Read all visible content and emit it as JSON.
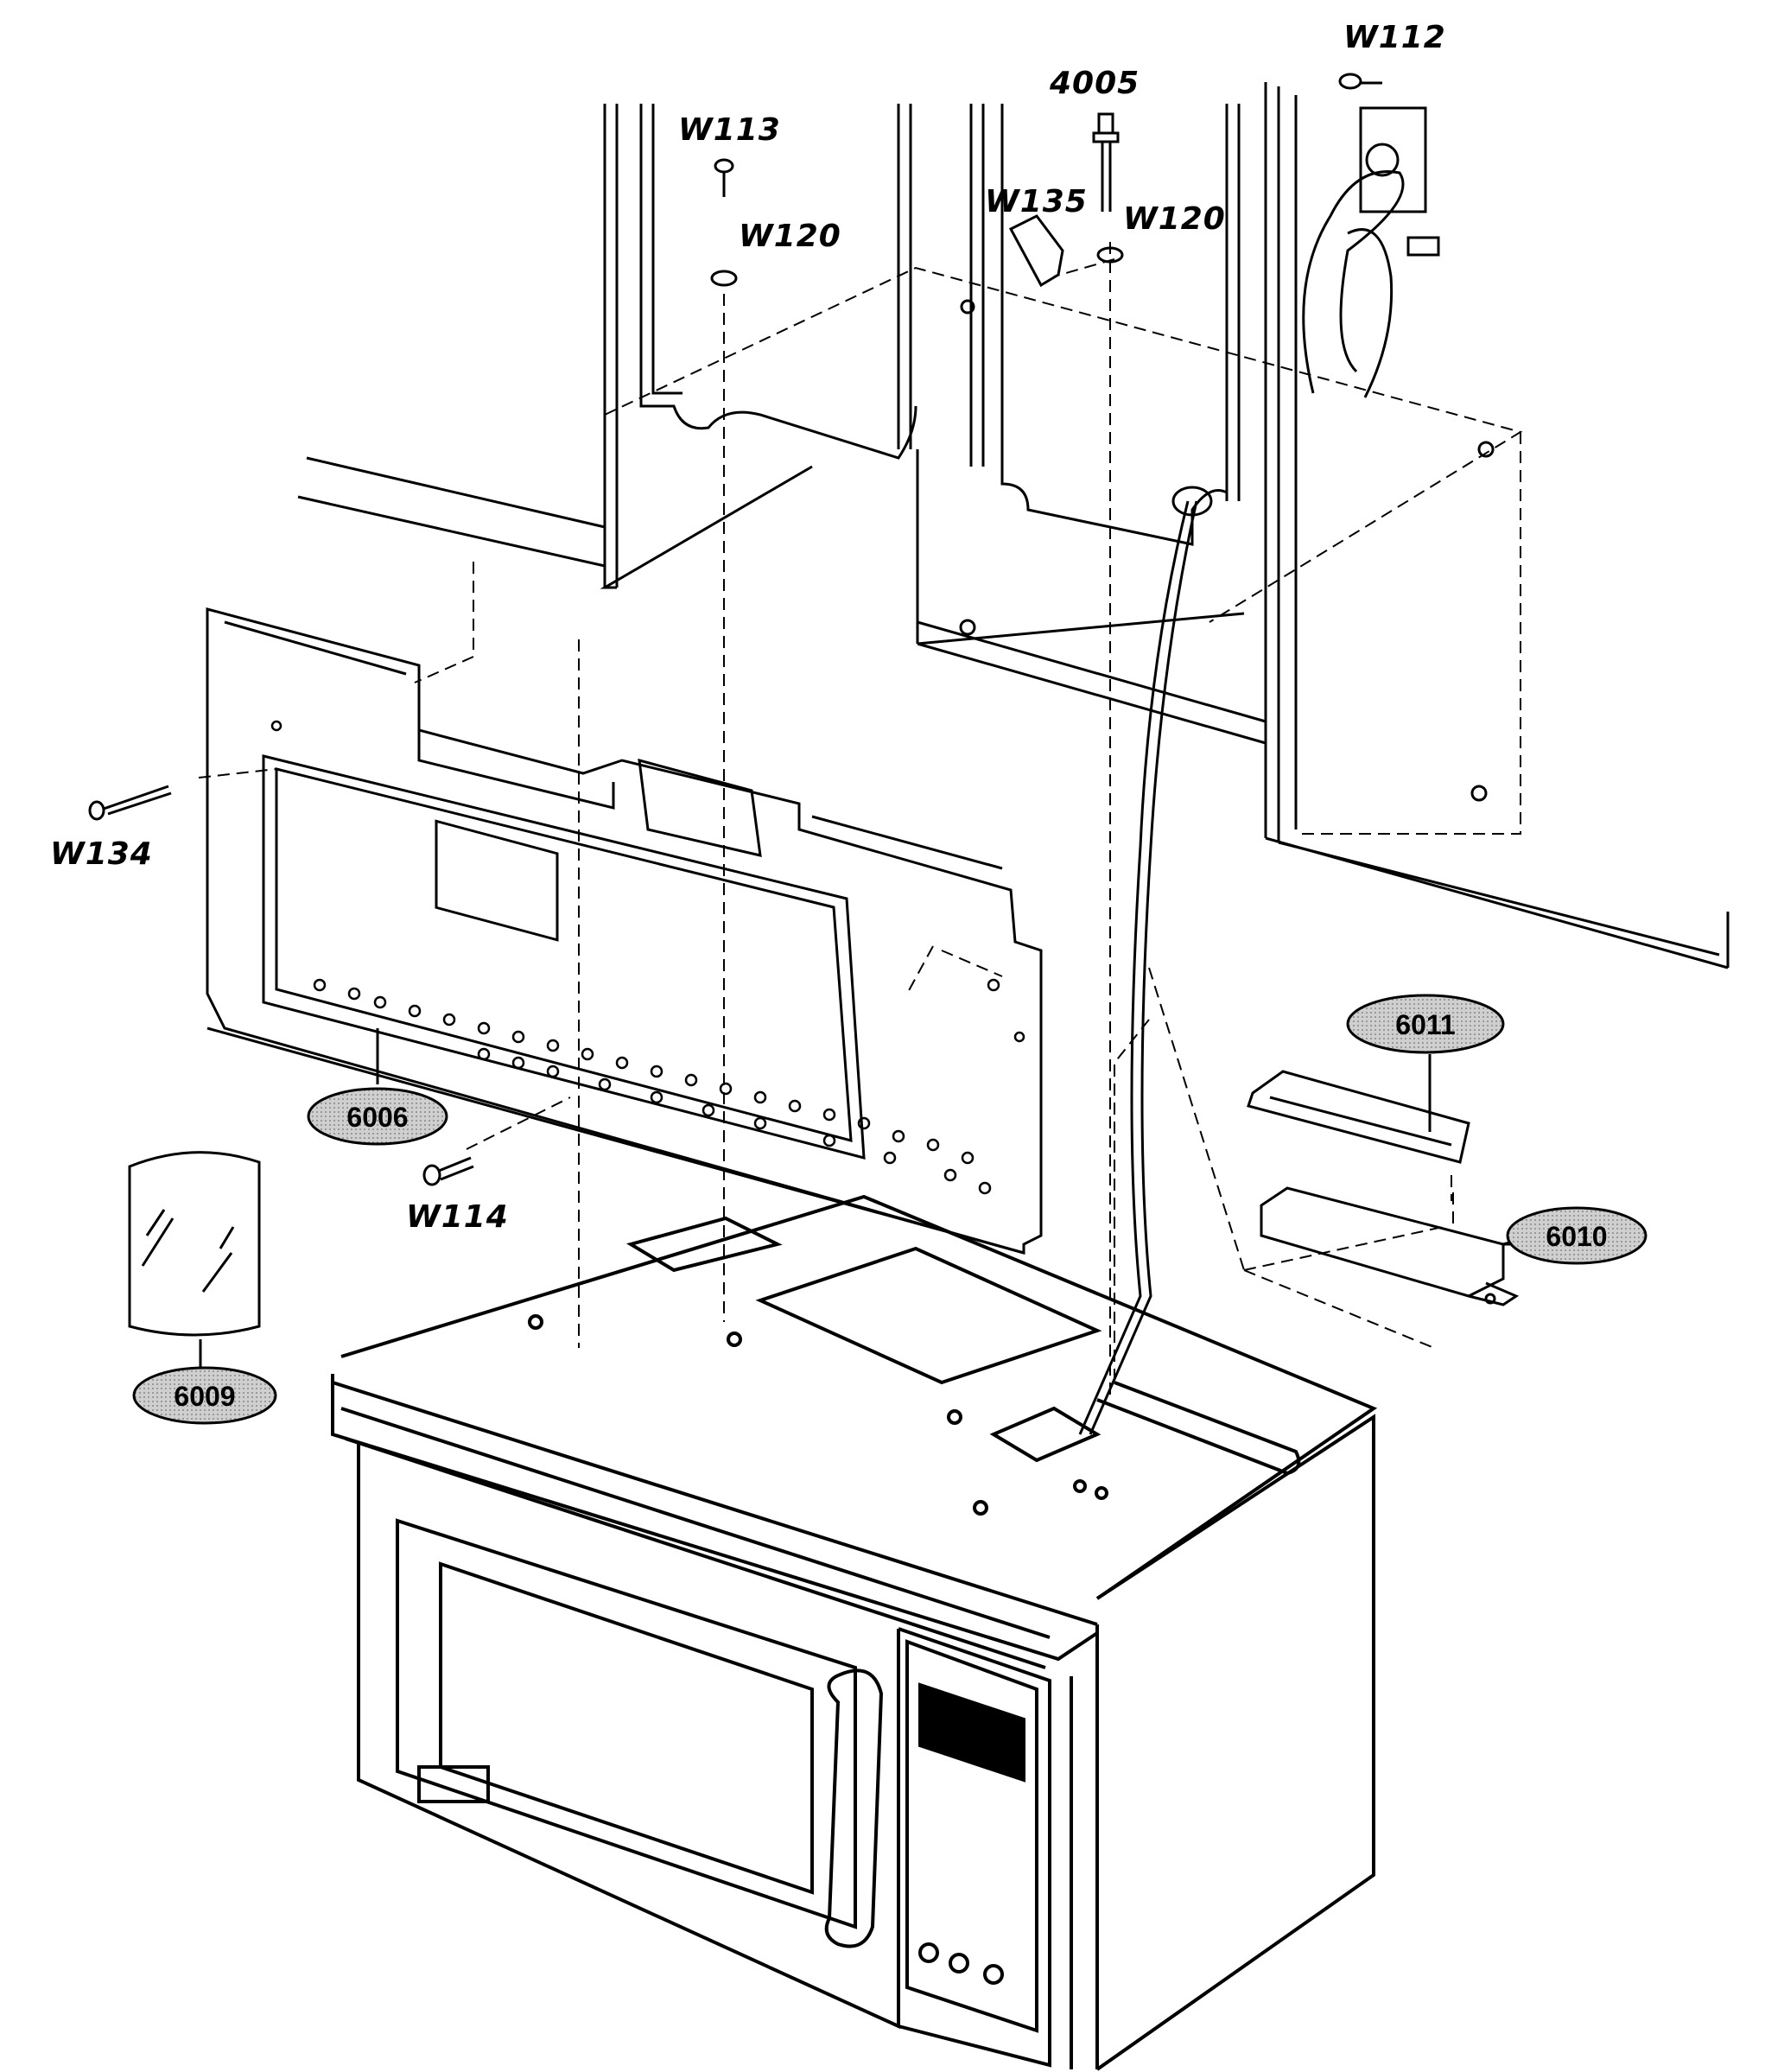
{
  "callouts": {
    "w112": "W112",
    "p4005": "4005",
    "w113": "W113",
    "w135": "W135",
    "w120_left": "W120",
    "w120_right": "W120",
    "w134": "W134",
    "w114": "W114"
  },
  "badges": {
    "b6006": "6006",
    "b6009": "6009",
    "b6010": "6010",
    "b6011": "6011"
  },
  "colors": {
    "line": "#000000",
    "badge_fill": "#bdbdbd",
    "background": "#ffffff"
  }
}
